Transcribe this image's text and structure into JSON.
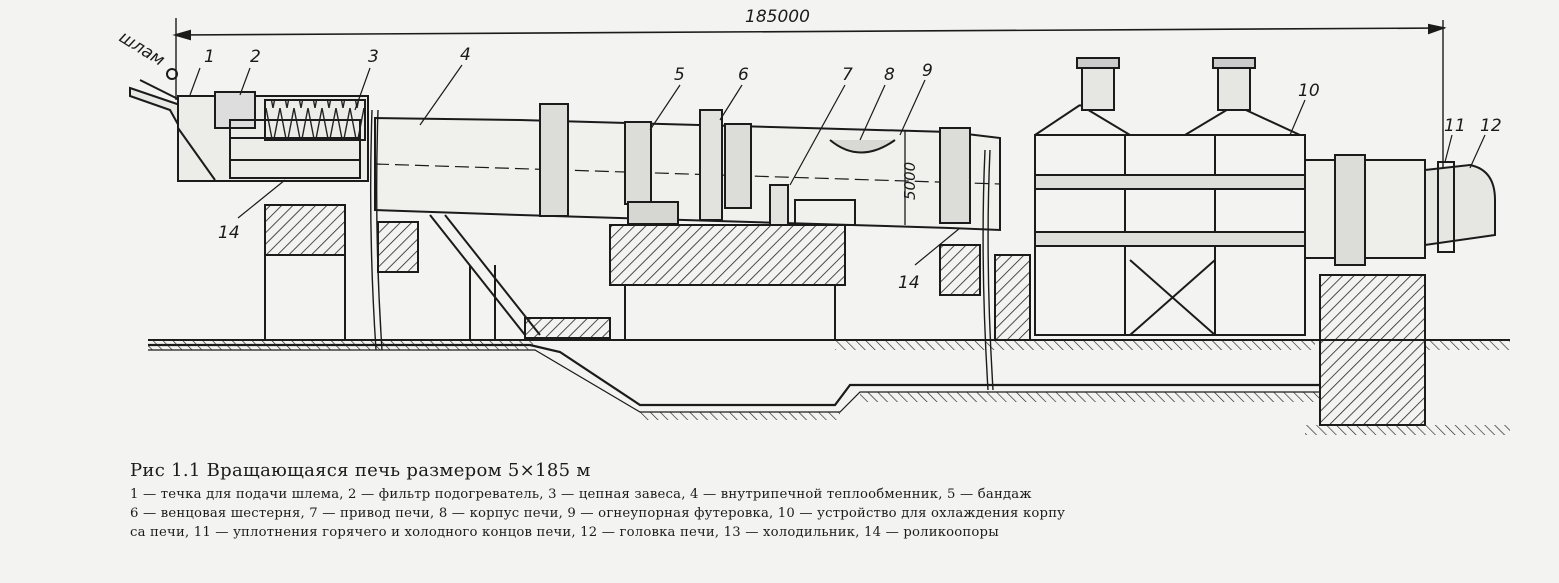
{
  "diagram": {
    "dimension_label": "185000",
    "feed_label": "шлам",
    "diameter_label": "5000",
    "callouts": [
      "1",
      "2",
      "3",
      "4",
      "5",
      "6",
      "7",
      "8",
      "9",
      "10",
      "11",
      "12",
      "14",
      "14"
    ]
  },
  "caption": {
    "title": "Рис 1.1 Вращающаяся печь размером 5×185 м",
    "lines": [
      "1 — течка для подачи шлема, 2 — фильтр подогреватель, 3 — цепная завеса, 4 — внутрипечной теплообменник, 5 — бандаж",
      "6 — венцовая шестерня, 7 — привод печи, 8 — корпус печи, 9 — огнеупорная футеровка, 10 — устройство для охлаждения корпу",
      "са печи, 11 — уплотнения горячего и холодного концов печи, 12 — головка печи, 13 — холодильник, 14 — роликоопоры"
    ]
  }
}
